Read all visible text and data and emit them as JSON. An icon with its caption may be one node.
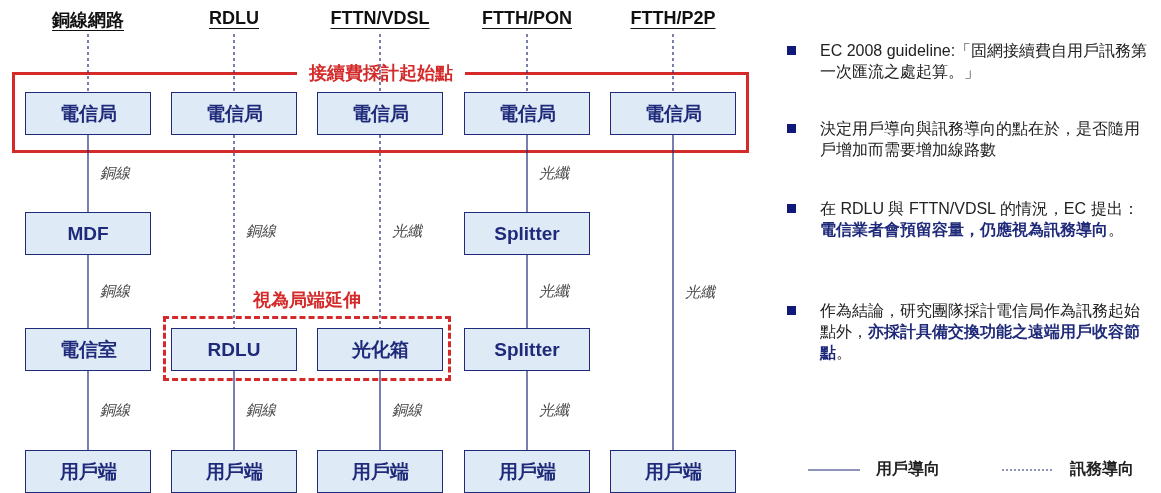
{
  "diagram": {
    "nodes": [
      {
        "text": [
          "銅線網路"
        ]
      },
      {
        "text": [
          "RDLU"
        ]
      },
      {
        "text": [
          "FTTN/VDSL"
        ]
      },
      {
        "text": [
          "FTTH/PON"
        ]
      },
      {
        "text": [
          "FTTH/P2P"
        ]
      },
      {
        "text": [
          "接續費採計起始點"
        ]
      },
      {
        "text": [
          "電信局"
        ],
        "in": 5
      },
      {
        "text": [
          "電信局"
        ],
        "in": 5
      },
      {
        "text": [
          "電信局"
        ],
        "in": 5
      },
      {
        "text": [
          "電信局"
        ],
        "in": 5
      },
      {
        "text": [
          "電信局"
        ],
        "in": 5
      },
      {
        "text": [
          "MDF"
        ]
      },
      {
        "text": [
          "Splitter"
        ]
      },
      {
        "text": [
          "電信室"
        ]
      },
      {
        "text": [
          "視為局端延伸"
        ]
      },
      {
        "text": [
          "RDLU"
        ],
        "in": 14
      },
      {
        "text": [
          "光化箱"
        ],
        "in": 14
      },
      {
        "text": [
          "Splitter"
        ]
      },
      {
        "text": [
          "用戶端"
        ]
      },
      {
        "text": [
          "用戶端"
        ]
      },
      {
        "text": [
          "用戶端"
        ]
      },
      {
        "text": [
          "用戶端"
        ]
      },
      {
        "text": [
          "用戶端"
        ]
      }
    ],
    "edges": [
      {
        "from": 0,
        "to": 6,
        "arrow": "none",
        "style": "dashed"
      },
      {
        "from": 1,
        "to": 7,
        "arrow": "none",
        "style": "dashed"
      },
      {
        "from": 2,
        "to": 8,
        "arrow": "none",
        "style": "dashed"
      },
      {
        "from": 3,
        "to": 9,
        "arrow": "none",
        "style": "dashed"
      },
      {
        "from": 4,
        "to": 10,
        "arrow": "none",
        "style": "dashed"
      },
      {
        "from": 6,
        "to": 11,
        "arrow": "none",
        "label": "銅線"
      },
      {
        "from": 7,
        "to": 15,
        "arrow": "none",
        "style": "dashed",
        "label": "銅線"
      },
      {
        "from": 8,
        "to": 16,
        "arrow": "none",
        "style": "dashed",
        "label": "光纖"
      },
      {
        "from": 9,
        "to": 12,
        "arrow": "none",
        "label": "光纖"
      },
      {
        "from": 10,
        "to": 22,
        "arrow": "none",
        "label": "光纖"
      },
      {
        "from": 11,
        "to": 13,
        "arrow": "none",
        "label": "銅線"
      },
      {
        "from": 12,
        "to": 17,
        "arrow": "none",
        "label": "光纖"
      },
      {
        "from": 13,
        "to": 18,
        "arrow": "none",
        "label": "銅線"
      },
      {
        "from": 15,
        "to": 19,
        "arrow": "none",
        "label": "銅線"
      },
      {
        "from": 16,
        "to": 20,
        "arrow": "none",
        "label": "銅線"
      },
      {
        "from": 17,
        "to": 21,
        "arrow": "none",
        "label": "光纖"
      }
    ],
    "labels": [
      "EC 2008 guideline:「固網接續費自用戶訊務第一次匯流之處起算。」",
      "決定用戶導向與訊務導向的點在於，是否隨用戶增加而需要增加線路數",
      "在 RDLU 與 FTTN/VDSL 的情況，EC 提出：**電信業者會預留容量，仍應視為訊務導向**。",
      "作為結論，研究團隊採計電信局作為訊務起始點外，**亦採計具備交換功能之遠端用戶收容節點**。"
    ],
    "legend": [
      {
        "text": "用戶導向"
      },
      {
        "text": "訊務導向"
      }
    ]
  }
}
